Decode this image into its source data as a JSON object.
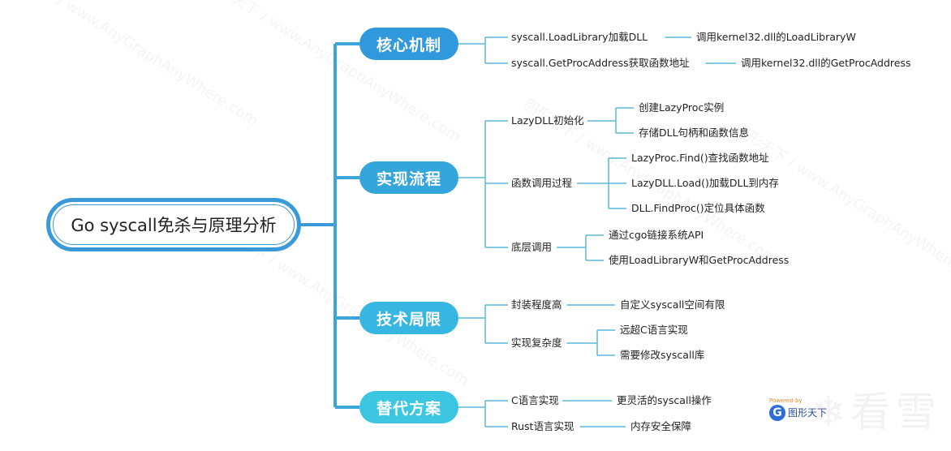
{
  "root": {
    "label": "Go syscall免杀与原理分析"
  },
  "colors": {
    "root_border": "#3a9ad9",
    "branch_1": "#3098dc",
    "branch_2": "#34a6dc",
    "branch_3": "#36b6e0",
    "branch_4": "#3cc6e2",
    "leaf_line": "#5bb8dc"
  },
  "branches": [
    {
      "label": "核心机制",
      "children": [
        {
          "label": "syscall.LoadLibrary加载DLL",
          "children": [
            {
              "label": "调用kernel32.dll的LoadLibraryW"
            }
          ]
        },
        {
          "label": "syscall.GetProcAddress获取函数地址",
          "children": [
            {
              "label": "调用kernel32.dll的GetProcAddress"
            }
          ]
        }
      ]
    },
    {
      "label": "实现流程",
      "children": [
        {
          "label": "LazyDLL初始化",
          "children": [
            {
              "label": "创建LazyProc实例"
            },
            {
              "label": "存储DLL句柄和函数信息"
            }
          ]
        },
        {
          "label": "函数调用过程",
          "children": [
            {
              "label": "LazyProc.Find()查找函数地址"
            },
            {
              "label": "LazyDLL.Load()加载DLL到内存"
            },
            {
              "label": "DLL.FindProc()定位具体函数"
            }
          ]
        },
        {
          "label": "底层调用",
          "children": [
            {
              "label": "通过cgo链接系统API"
            },
            {
              "label": "使用LoadLibraryW和GetProcAddress"
            }
          ]
        }
      ]
    },
    {
      "label": "技术局限",
      "children": [
        {
          "label": "封装程度高",
          "children": [
            {
              "label": "自定义syscall空间有限"
            }
          ]
        },
        {
          "label": "实现复杂度",
          "children": [
            {
              "label": "远超C语言实现"
            },
            {
              "label": "需要修改syscall库"
            }
          ]
        }
      ]
    },
    {
      "label": "替代方案",
      "children": [
        {
          "label": "C语言实现",
          "children": [
            {
              "label": "更灵活的syscall操作"
            }
          ]
        },
        {
          "label": "Rust语言实现",
          "children": [
            {
              "label": "内存安全保障"
            }
          ]
        }
      ]
    }
  ],
  "watermark": {
    "text": "图形天下 / www.AnyGraphAnyWhere.com",
    "powered_by": "Powered by",
    "logo_name": "图形天下",
    "logo_letter": "G",
    "corner": "看雪"
  }
}
